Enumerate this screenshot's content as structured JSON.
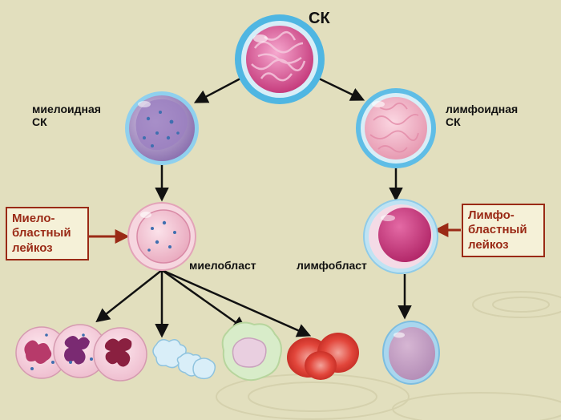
{
  "labels": {
    "stem_cell": "СК",
    "myeloid_sc": [
      "миелоидная",
      "СК"
    ],
    "lymphoid_sc": [
      "лимфоидная",
      "СК"
    ],
    "myeloblast": "миелобласт",
    "lymphoblast": "лимфобласт"
  },
  "leukemia_boxes": {
    "myeloblastic": [
      "Миело-",
      "бластный",
      "лейкоз"
    ],
    "lymphoblastic": [
      "Лимфо-",
      "бластный",
      "лейкоз"
    ]
  },
  "colors": {
    "background": "#e2dfbe",
    "arrow": "#111111",
    "box_border": "#9a2a16",
    "box_text": "#9a2a16",
    "stem_ring": "#4fb6e2",
    "stem_nucleus": "#d04a86",
    "myeloid_body": "#b7a2d0",
    "lymphoid_body": "#f0b6c7",
    "lymphoblast_nucleus": "#c9377b"
  }
}
